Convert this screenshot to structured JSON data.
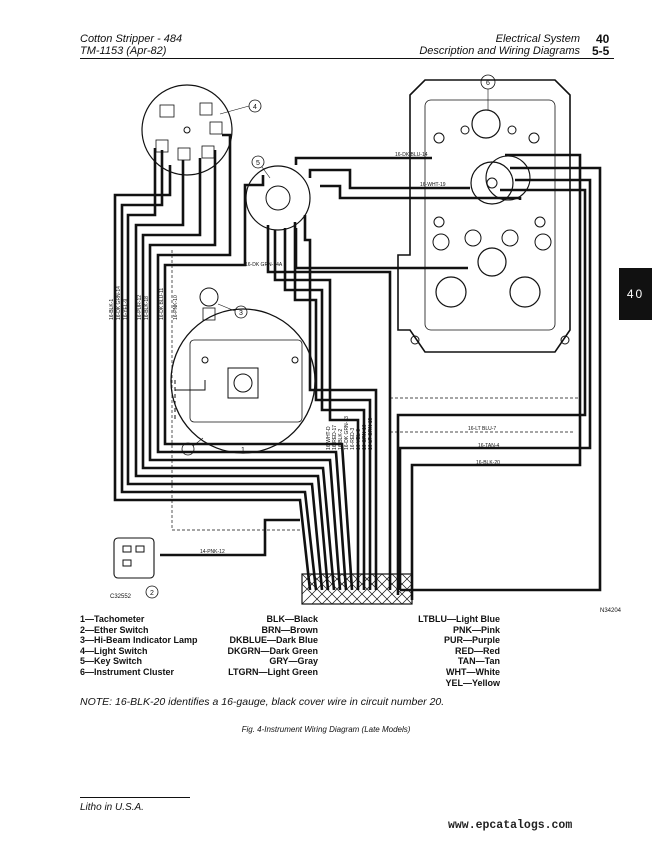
{
  "header": {
    "title_left": "Cotton Stripper - 484",
    "subtitle_left": "TM-1153   (Apr-82)",
    "title_right": "Electrical System",
    "subtitle_right": "Description and Wiring Diagrams",
    "page_group": "40",
    "page_num": "5-5"
  },
  "side_tab": "40",
  "diagram": {
    "callouts": [
      "1",
      "2",
      "3",
      "4",
      "5",
      "6"
    ],
    "wire_labels": {
      "dk_blu_14": "16-DK BLU-14",
      "wht_19": "16-WHT-19",
      "dk_grn_14a": "16-DK GRN-14A",
      "lt_blu_7": "16-LT BLU-7",
      "tan": "16-TAN-4",
      "blk_20": "16-BLK-20",
      "pnk_12": "14-PNK-12",
      "blk_1": "16-BLK-1",
      "dk_grn_14b": "16-DK GRN-14",
      "yel_9": "16-YEL-9",
      "pur_12": "16-PUR-12",
      "blk_18": "16-BLK-18",
      "dk_blu_11": "16-DK BLU-11",
      "pnk_10": "16-PNK-10",
      "wht_d": "16-WHT-D",
      "red_17": "16-RED-17",
      "blk_2": "16-BLK-2",
      "dk_grn_13": "16-DK GRN-13",
      "red_3": "16-RED-3",
      "yel_8": "16-YEL-8",
      "grn_16": "16-GRN-16",
      "ltgrn_15": "16-LT GRN-15"
    },
    "fig_code_left": "C32552",
    "fig_code_right": "N34204"
  },
  "legend": {
    "components": [
      "1—Tachometer",
      "2—Ether Switch",
      "3—Hi-Beam Indicator Lamp",
      "4—Light Switch",
      "5—Key Switch",
      "6—Instrument Cluster"
    ],
    "colors_mid": [
      "BLK—Black",
      "BRN—Brown",
      "DKBLUE—Dark Blue",
      "DKGRN—Dark Green",
      "GRY—Gray",
      "LTGRN—Light Green"
    ],
    "colors_right": [
      "LTBLU—Light Blue",
      "PNK—Pink",
      "PUR—Purple",
      "RED—Red",
      "TAN—Tan",
      "WHT—White",
      "YEL—Yellow"
    ]
  },
  "note": "NOTE: 16-BLK-20 identifies a 16-gauge, black cover wire in circuit number 20.",
  "caption": "Fig. 4-Instrument Wiring Diagram (Late Models)",
  "footer": "Litho in U.S.A.",
  "watermark": "www.epcatalogs.com"
}
